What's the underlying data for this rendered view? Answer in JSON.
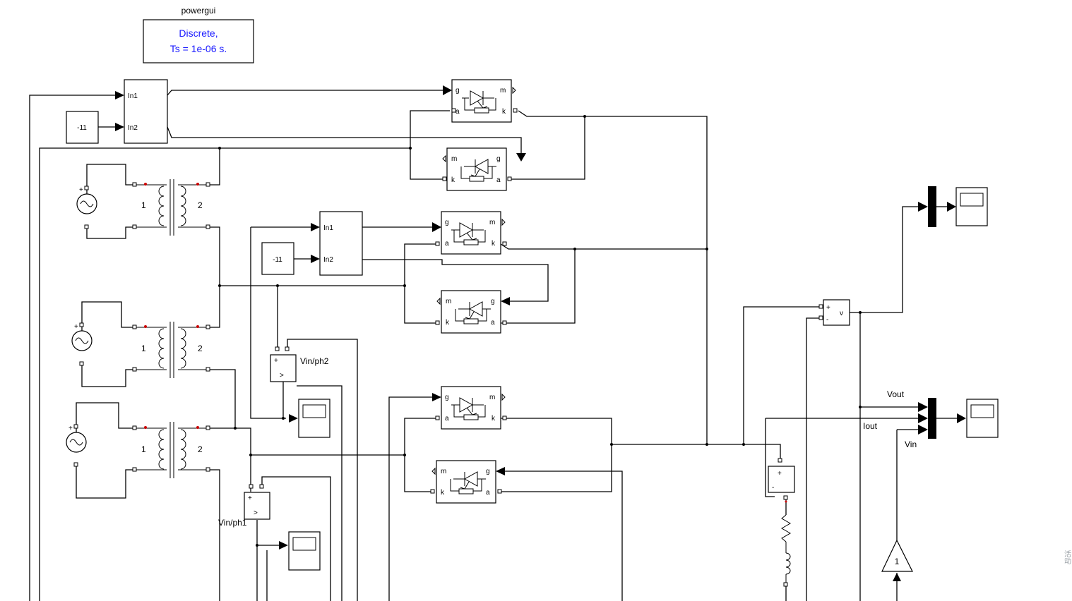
{
  "powergui": {
    "title": "powergui",
    "line1": "Discrete,",
    "line2": "Ts = 1e-06 s."
  },
  "constants": [
    "-11",
    "-11"
  ],
  "subsystem_ports": {
    "in1": "In1",
    "in2": "In2"
  },
  "thyristor_ports": {
    "g": "g",
    "m": "m",
    "a": "a",
    "k": "k"
  },
  "transformer_labels": {
    "primary": "1",
    "secondary": "2"
  },
  "voltage_measurements": {
    "ph1": "Vin/ph1",
    "ph2": "Vin/ph2",
    "out_v": "v",
    "plus": "+",
    "minus": "-",
    "arrow": ">"
  },
  "signals": {
    "vout": "Vout",
    "iout": "Iout",
    "vin": "Vin"
  },
  "gain": {
    "value": "1"
  },
  "current_measurement": {
    "plus": "+",
    "minus": "-"
  },
  "watermark": "活动"
}
